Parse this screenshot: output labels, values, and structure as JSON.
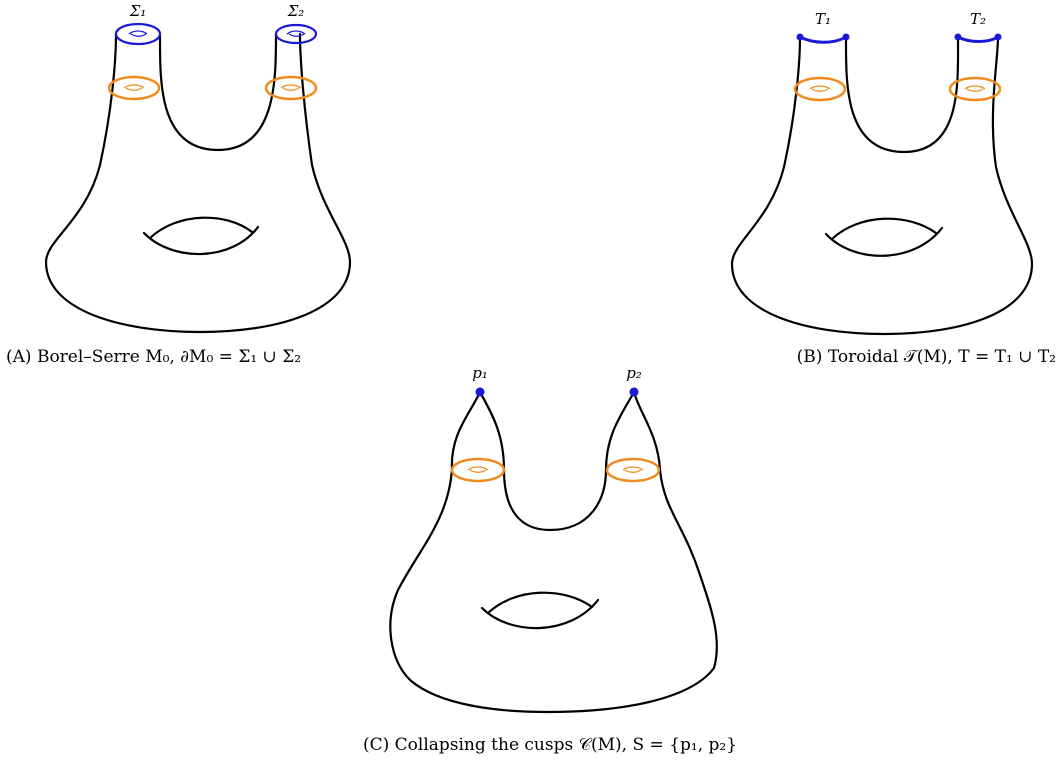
{
  "colors": {
    "outline": "#000000",
    "boundary": "#1a1ad6",
    "cross_section": "#f08a1c"
  },
  "panels": {
    "a": {
      "caption_tag": "(A)",
      "caption": "Borel–Serre M₀, ∂M₀ = Σ₁ ∪ Σ₂",
      "label_left": "Σ₁",
      "label_right": "Σ₂"
    },
    "b": {
      "caption_tag": "(B)",
      "caption": "Toroidal 𝒯(M), T = T₁ ∪ T₂",
      "label_left": "T₁",
      "label_right": "T₂"
    },
    "c": {
      "caption_tag": "(C)",
      "caption": "Collapsing the cusps 𝒞(M), S = {p₁, p₂}",
      "label_left": "p₁",
      "label_right": "p₂"
    }
  }
}
